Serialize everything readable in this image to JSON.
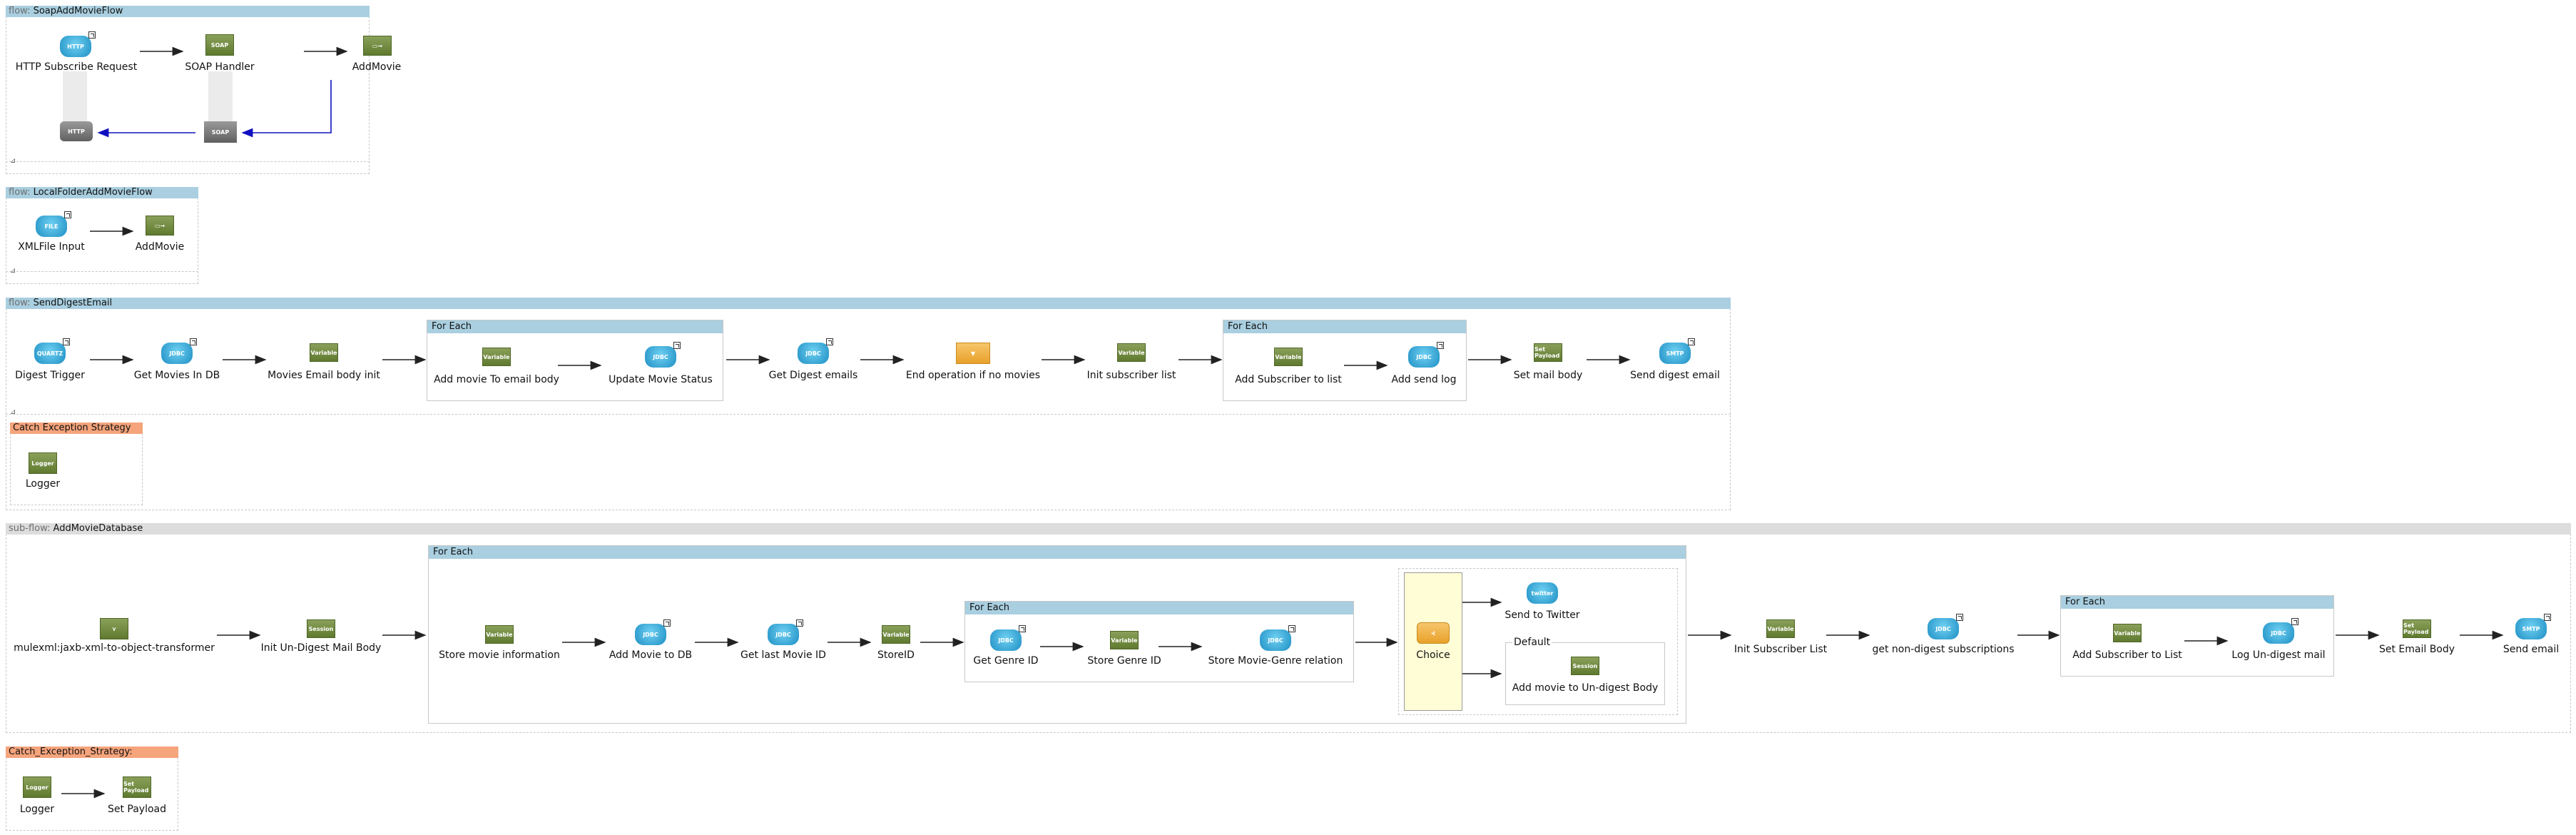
{
  "flows": {
    "soap_add_movie": {
      "keyword": "flow:",
      "name": "SoapAddMovieFlow",
      "nodes": {
        "http": {
          "label": "HTTP Subscribe Request",
          "icon": "http-endpoint-icon",
          "text": "HTTP"
        },
        "soap": {
          "label": "SOAP Handler",
          "icon": "soap-component-icon",
          "text": "SOAP"
        },
        "addmovie": {
          "label": "AddMovie",
          "icon": "flow-reference-icon"
        }
      },
      "return_nodes": {
        "http": "HTTP",
        "soap": "SOAP"
      }
    },
    "local_folder": {
      "keyword": "flow:",
      "name": "LocalFolderAddMovieFlow",
      "nodes": {
        "file": {
          "label": "XMLFile Input",
          "icon": "file-endpoint-icon",
          "text": "FILE"
        },
        "addmovie": {
          "label": "AddMovie",
          "icon": "flow-reference-icon"
        }
      }
    },
    "send_digest": {
      "keyword": "flow:",
      "name": "SendDigestEmail",
      "nodes": {
        "trigger": {
          "label": "Digest Trigger",
          "icon": "quartz-icon",
          "text": "QUARTZ"
        },
        "get_movies": {
          "label": "Get Movies In DB",
          "icon": "jdbc-icon",
          "text": "JDBC"
        },
        "body_init": {
          "label": "Movies Email body init",
          "icon": "variable-icon",
          "text": "Variable"
        },
        "add_movie": {
          "label": "Add movie To email body",
          "icon": "variable-icon",
          "text": "Variable"
        },
        "update_status": {
          "label": "Update Movie Status",
          "icon": "jdbc-icon",
          "text": "JDBC"
        },
        "get_digest": {
          "label": "Get Digest emails",
          "icon": "jdbc-icon",
          "text": "JDBC"
        },
        "end_op": {
          "label": "End operation if no movies",
          "icon": "filter-icon"
        },
        "init_list": {
          "label": "Init subscriber list",
          "icon": "variable-icon",
          "text": "Variable"
        },
        "add_sub": {
          "label": "Add Subscriber to list",
          "icon": "variable-icon",
          "text": "Variable"
        },
        "add_log": {
          "label": "Add send log",
          "icon": "jdbc-icon",
          "text": "JDBC"
        },
        "set_body": {
          "label": "Set mail body",
          "icon": "set-payload-icon",
          "text": "Set Payload"
        },
        "send_digest": {
          "label": "Send digest email",
          "icon": "smtp-icon",
          "text": "SMTP"
        }
      },
      "foreach_1": "For Each",
      "foreach_2": "For Each",
      "catch": {
        "title": "Catch Exception Strategy",
        "logger": {
          "label": "Logger",
          "text": "Logger"
        }
      }
    },
    "add_movie_db": {
      "keyword": "sub-flow:",
      "name": "AddMovieDatabase",
      "nodes": {
        "jaxb": {
          "label": "mulexml:jaxb-xml-to-object-transformer",
          "icon": "transformer-icon"
        },
        "init_undigest": {
          "label": "Init Un-Digest Mail Body",
          "icon": "session-icon",
          "text": "Session"
        },
        "store_info": {
          "label": "Store movie information",
          "icon": "variable-icon",
          "text": "Variable"
        },
        "add_db": {
          "label": "Add Movie to DB",
          "icon": "jdbc-icon",
          "text": "JDBC"
        },
        "get_last": {
          "label": "Get last Movie ID",
          "icon": "jdbc-icon",
          "text": "JDBC"
        },
        "store_id": {
          "label": "StoreID",
          "icon": "variable-icon",
          "text": "Variable"
        },
        "get_genre": {
          "label": "Get Genre ID",
          "icon": "jdbc-icon",
          "text": "JDBC"
        },
        "store_genre": {
          "label": "Store Genre ID",
          "icon": "variable-icon",
          "text": "Variable"
        },
        "store_rel": {
          "label": "Store Movie-Genre relation",
          "icon": "jdbc-icon",
          "text": "JDBC"
        },
        "choice": {
          "label": "Choice",
          "icon": "choice-icon"
        },
        "twitter": {
          "label": "Send to Twitter",
          "icon": "twitter-icon",
          "text": "twitter"
        },
        "default": {
          "title": "Default"
        },
        "add_undigest": {
          "label": "Add movie to Un-digest Body",
          "icon": "session-icon",
          "text": "Session"
        },
        "init_list": {
          "label": "Init Subscriber List",
          "icon": "variable-icon",
          "text": "Variable"
        },
        "get_nondigest": {
          "label": "get non-digest subscriptions",
          "icon": "jdbc-icon",
          "text": "JDBC"
        },
        "add_sub": {
          "label": "Add Subscriber to List",
          "icon": "variable-icon",
          "text": "Variable"
        },
        "log_mail": {
          "label": "Log Un-digest mail",
          "icon": "jdbc-icon",
          "text": "JDBC"
        },
        "set_email": {
          "label": "Set Email Body",
          "icon": "set-payload-icon",
          "text": "Set Payload"
        },
        "send_email": {
          "label": "Send email",
          "icon": "smtp-icon",
          "text": "SMTP"
        }
      },
      "foreach_outer": "For Each",
      "foreach_inner": "For Each",
      "foreach_right": "For Each"
    },
    "catch_strategy": {
      "title": "Catch_Exception_Strategy:",
      "logger": {
        "label": "Logger",
        "text": "Logger"
      },
      "set_payload": {
        "label": "Set Payload",
        "text": "Set Payload"
      }
    }
  },
  "colors": {
    "header_blue": "#a9cfe0",
    "header_gray": "#dddddd",
    "header_orange": "#f5a47c",
    "return_arrow": "#1010c0",
    "choice_fill": "#fffdd6"
  }
}
